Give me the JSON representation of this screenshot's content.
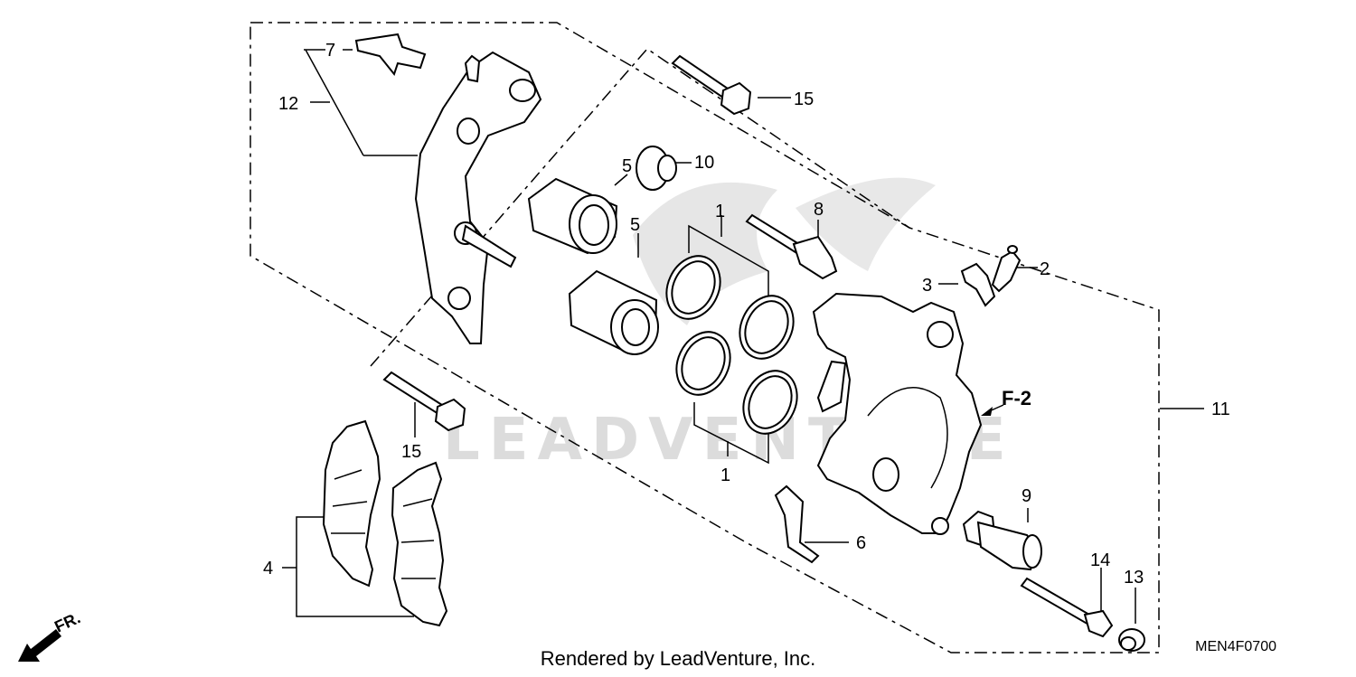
{
  "diagram": {
    "callouts": {
      "c1a": "1",
      "c1b": "1",
      "c2": "2",
      "c3": "3",
      "c4": "4",
      "c5a": "5",
      "c5b": "5",
      "c6": "6",
      "c7": "7",
      "c8": "8",
      "c9": "9",
      "c10": "10",
      "c11": "11",
      "c12": "12",
      "c13": "13",
      "c14": "14",
      "c15a": "15",
      "c15b": "15"
    },
    "reference": "F-2",
    "direction": "FR.",
    "watermark": "LEADVENTURE",
    "footer": "Rendered by LeadVenture, Inc.",
    "drawing_code": "MEN4F0700"
  }
}
